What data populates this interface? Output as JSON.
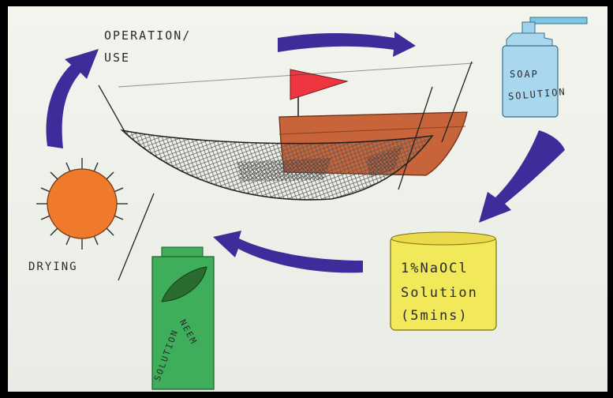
{
  "diagram": {
    "steps": {
      "operation": {
        "line1": "OPERATION/",
        "line2": "USE"
      },
      "soap": {
        "line1": "SOAP",
        "line2": "SOLUTION"
      },
      "naocl": {
        "line1": "1%NaOCl",
        "line2": "Solution",
        "line3": "(5mins)"
      },
      "neem": {
        "line1": "NEEM",
        "line2": "SOLUTION"
      },
      "drying": {
        "label": "DRYING"
      }
    },
    "colors": {
      "arrow": "#3f2b9a",
      "sun": "#f07a2c",
      "soap_bottle": "#a9d7ee",
      "naocl_jar": "#f1e85a",
      "neem_bottle": "#3fae5a",
      "boat": "#c8643a",
      "flag": "#ee3540"
    }
  }
}
